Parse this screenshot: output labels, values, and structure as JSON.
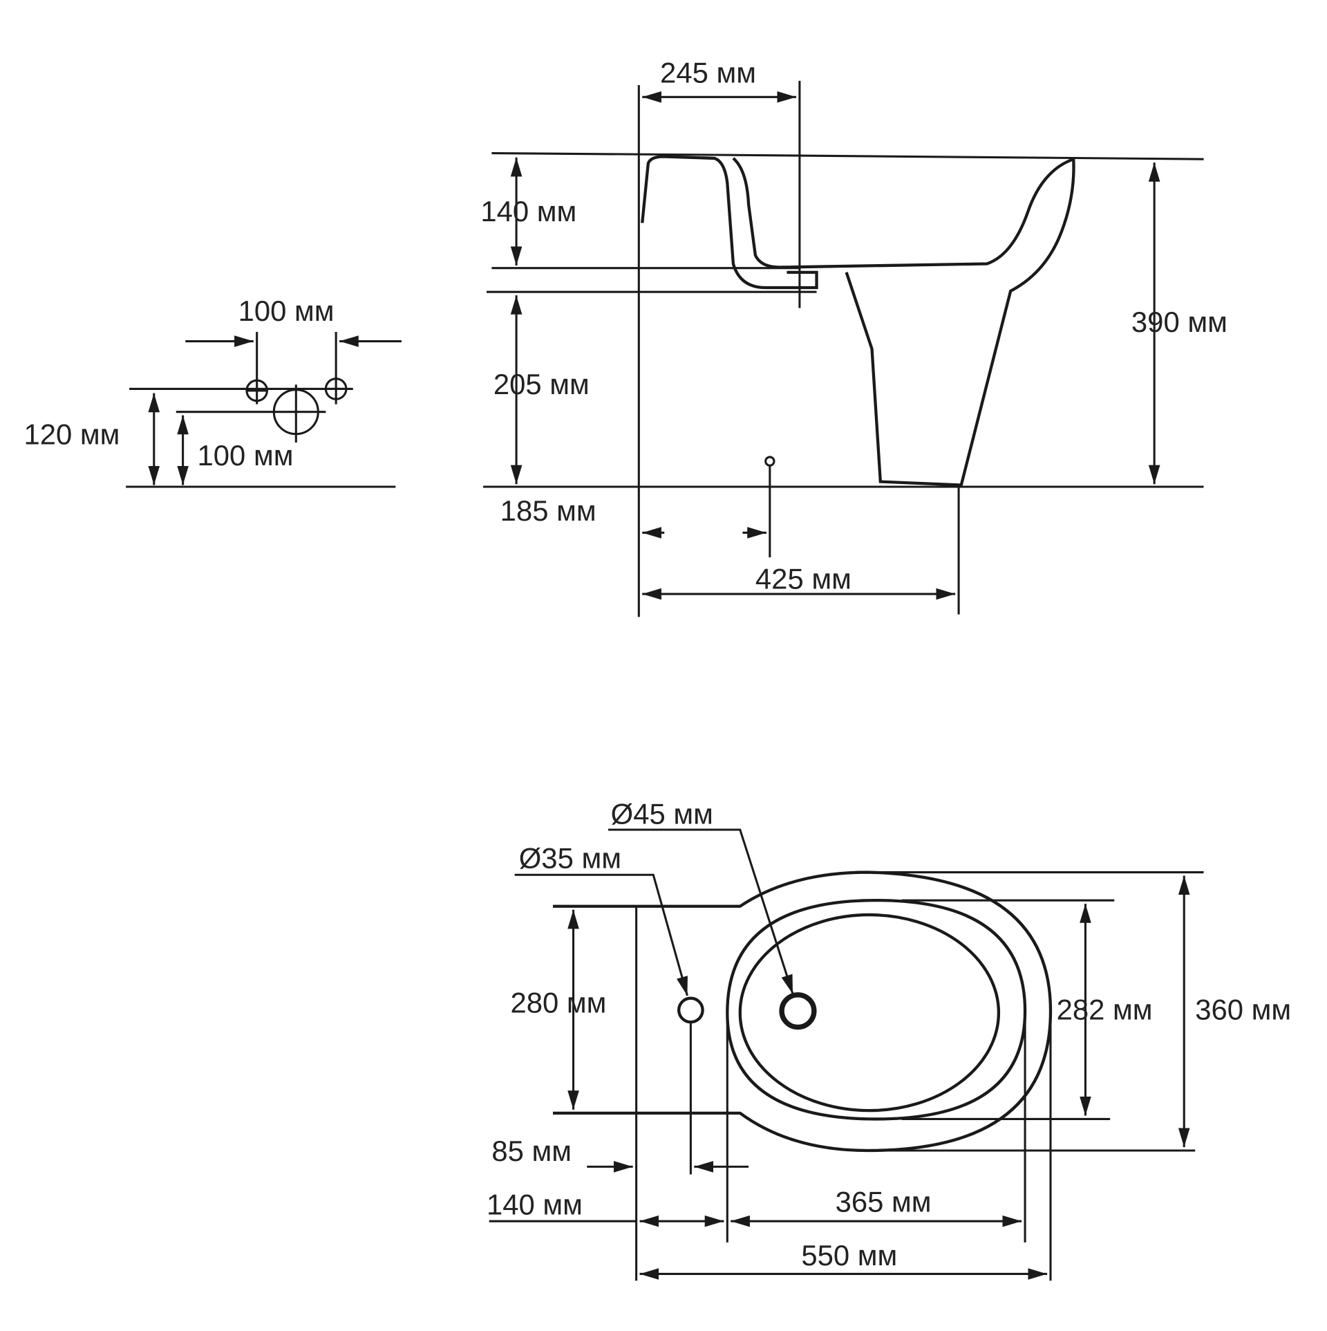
{
  "title": "Sink with pedestal dimensional drawing",
  "icons": [
    "arrow-icon"
  ],
  "pipes_view": {
    "spacing": "100 мм",
    "height_outer": "120 мм",
    "height_inner": "100 мм"
  },
  "side_view": {
    "top_offset": "245 мм",
    "bowl_depth": "140 мм",
    "drain_height": "205 мм",
    "total_height": "390 мм",
    "drain_offset": "185 мм",
    "depth": "425 мм"
  },
  "top_view": {
    "tap_hole": "Ø35 мм",
    "drain_hole": "Ø45 мм",
    "back_width": "280 мм",
    "bowl_width": "282 мм",
    "total_width": "360 мм",
    "tap_offset": "85 мм",
    "back_depth": "140 мм",
    "bowl_length": "365 мм",
    "total_length": "550 мм"
  }
}
